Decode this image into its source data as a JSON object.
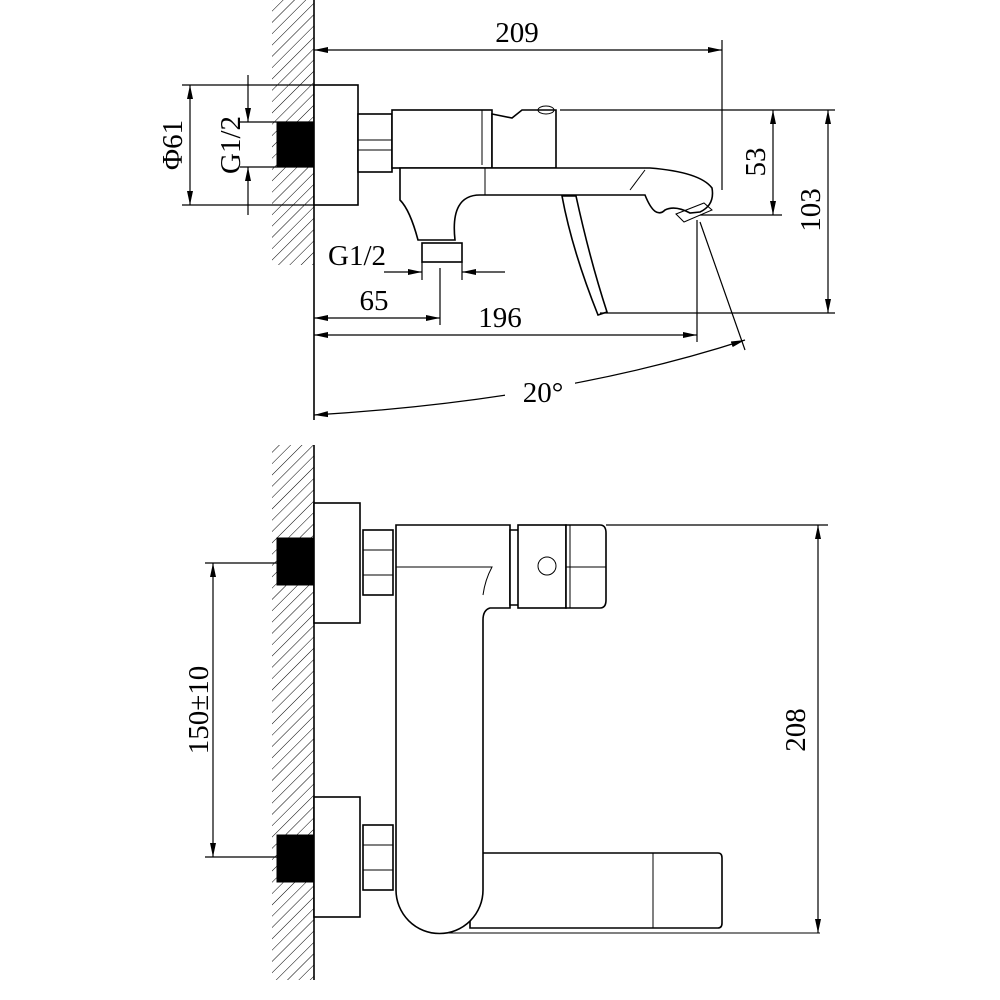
{
  "side_view": {
    "dim_total_length": "209",
    "dim_spout_height": "53",
    "dim_total_height": "103",
    "dim_flange_diameter": "Φ61",
    "dim_inlet_thread": "G1/2",
    "dim_outlet_thread": "G1/2",
    "dim_outlet_offset": "65",
    "dim_spout_reach": "196",
    "dim_swivel_angle": "20°"
  },
  "front_view": {
    "dim_inlet_spacing": "150±10",
    "dim_overall_height": "208"
  }
}
